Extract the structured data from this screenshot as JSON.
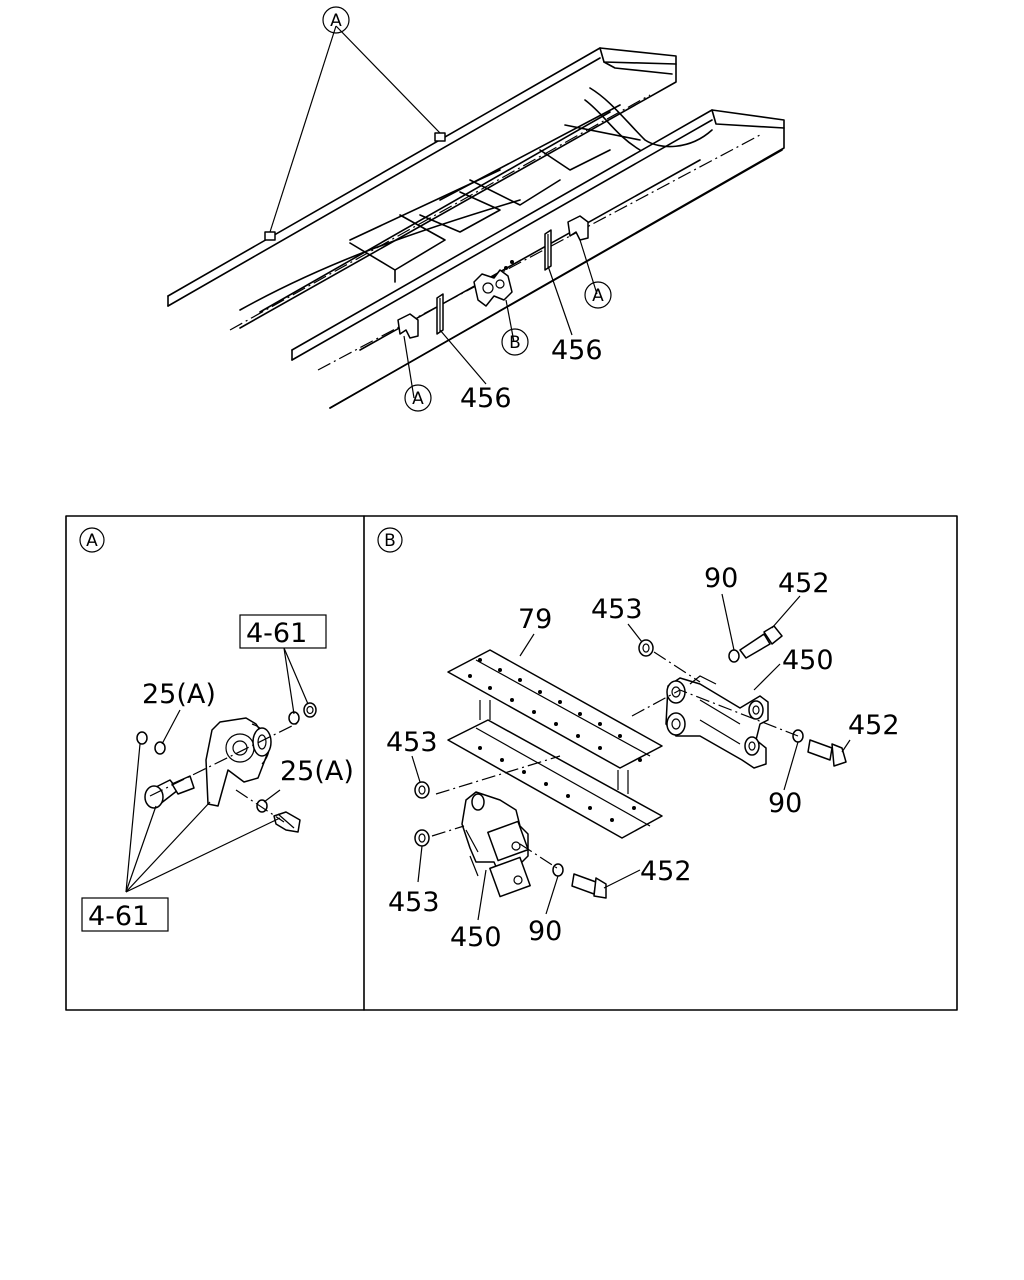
{
  "overview": {
    "callouts_a": [
      "A",
      "A",
      "A"
    ],
    "callout_b": "B",
    "label_456_left": "456",
    "label_456_right": "456"
  },
  "panel_a": {
    "letter": "A",
    "box_top": "4-61",
    "box_bottom": "4-61",
    "label_25a_upper": "25(A)",
    "label_25a_lower": "25(A)"
  },
  "panel_b": {
    "letter": "B",
    "labels": {
      "p79": "79",
      "p453_top": "453",
      "p90_top": "90",
      "p452_top": "452",
      "p450_right": "450",
      "p452_right": "452",
      "p90_right": "90",
      "p453_left": "453",
      "p453_lower": "453",
      "p450_lower": "450",
      "p90_lower": "90",
      "p452_lower": "452"
    }
  }
}
